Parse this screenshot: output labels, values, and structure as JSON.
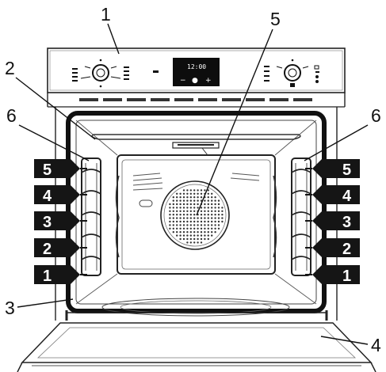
{
  "callouts": {
    "control_panel": "1",
    "grill_element": "2",
    "door_seal": "3",
    "door": "4",
    "fan": "5",
    "side_rack_left": "6",
    "side_rack_right": "6"
  },
  "shelf_levels": [
    "5",
    "4",
    "3",
    "2",
    "1"
  ],
  "display": {
    "time": "12:00",
    "minus": "−",
    "center": "●",
    "plus": "+"
  },
  "colors": {
    "ink": "#111111",
    "badge": "#151515",
    "line": "#222222"
  }
}
